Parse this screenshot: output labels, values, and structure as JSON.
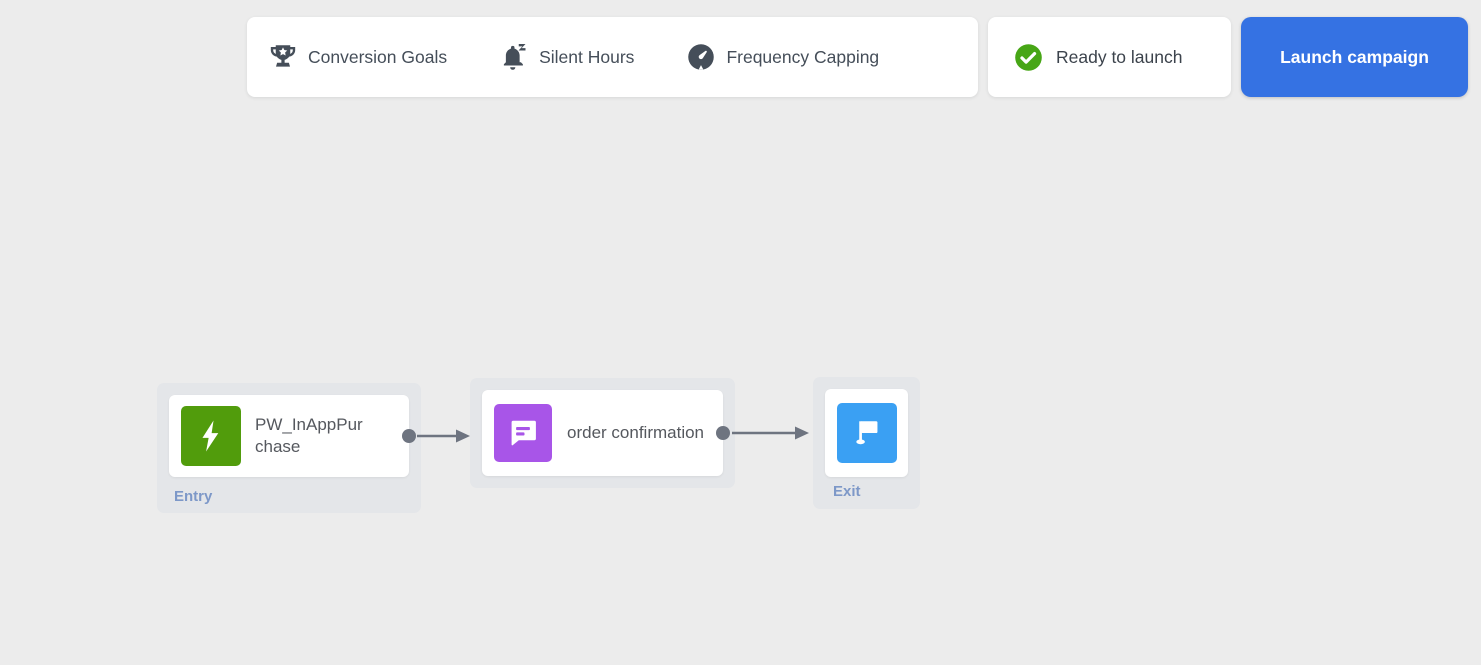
{
  "toolbar": {
    "items": [
      {
        "label": "Conversion Goals",
        "icon": "trophy-icon"
      },
      {
        "label": "Silent Hours",
        "icon": "snooze-bell-icon"
      },
      {
        "label": "Frequency Capping",
        "icon": "gauge-icon"
      }
    ]
  },
  "status": {
    "label": "Ready to launch",
    "icon": "check-circle-icon",
    "color": "#47a616"
  },
  "launch": {
    "label": "Launch campaign",
    "color": "#3572e3"
  },
  "workflow": {
    "nodes": [
      {
        "role": "entry",
        "title": "PW_InAppPurchase",
        "badge": "Entry",
        "icon": "lightning-icon",
        "icon_color": "#519c0c"
      },
      {
        "role": "action",
        "title": "order confirmation",
        "badge": "",
        "icon": "chat-bubble-icon",
        "icon_color": "#a855e8"
      },
      {
        "role": "exit",
        "title": "",
        "badge": "Exit",
        "icon": "flag-icon",
        "icon_color": "#3aa0f3"
      }
    ],
    "connector_color": "#6e7480",
    "badge_color": "#7d98c8"
  },
  "colors": {
    "page_bg": "#ececec",
    "node_bg": "#e4e6e9",
    "toolbar_text": "#454e59",
    "node_title_text": "#55585e"
  }
}
